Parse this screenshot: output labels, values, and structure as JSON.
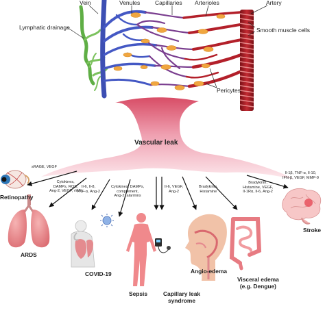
{
  "vessels": {
    "vein": "Vein",
    "venules": "Venules",
    "capillaries": "Capillaries",
    "arterioles": "Arterioles",
    "artery": "Artery",
    "lymphatic_drainage": "Lymphatic drainage",
    "smooth_muscle_cells": "Smooth muscle cells",
    "pericytes": "Pericytes"
  },
  "center_title": "Vascular leak",
  "conditions": {
    "retinopathy": {
      "label": "Retinopathy",
      "mediators": [
        "sRAGE, VEGF"
      ]
    },
    "ards": {
      "label": "ARDS",
      "mediators": [
        "Cytokines,",
        "DAMPs, ROS,",
        "Ang-2, VEGF, vWF"
      ]
    },
    "covid": {
      "label": "COVID-19",
      "mediators": [
        "Il-6, Il-8,",
        "TNF-α, Ang-2"
      ]
    },
    "sepsis": {
      "label": "Sepsis",
      "mediators": [
        "Cytokines, DAMPs,",
        "complement,",
        "Ang-2, alarmins"
      ]
    },
    "capillary_leak": {
      "label": [
        "Capillary leak",
        "syndrome"
      ],
      "mediators": [
        "Il-6, VEGF,",
        "Ang-2"
      ]
    },
    "angio_edema": {
      "label": "Angio-edema",
      "mediators": [
        "Bradykinin,",
        "Histamine"
      ]
    },
    "visceral_edema": {
      "label": [
        "Visceral edema",
        "(e.g. Dengue)"
      ],
      "mediators": [
        "Bradykinin,",
        "Histamine, VEGF,",
        "Il-1Rα, Il-6, Ang-2"
      ]
    },
    "stroke": {
      "label": "Stroke",
      "mediators": [
        "Il-1β, TNF-α, Il-10,",
        "IFN-β, VEGF, MMP-9"
      ]
    }
  },
  "colors": {
    "vein": "#3d4fb3",
    "artery": "#b3202a",
    "lymphatic": "#5fae45",
    "pericyte": "#f0a640",
    "leak_top": "#d84d66",
    "leak_bottom": "#fbe6ea",
    "organ": "#e98a8e"
  }
}
